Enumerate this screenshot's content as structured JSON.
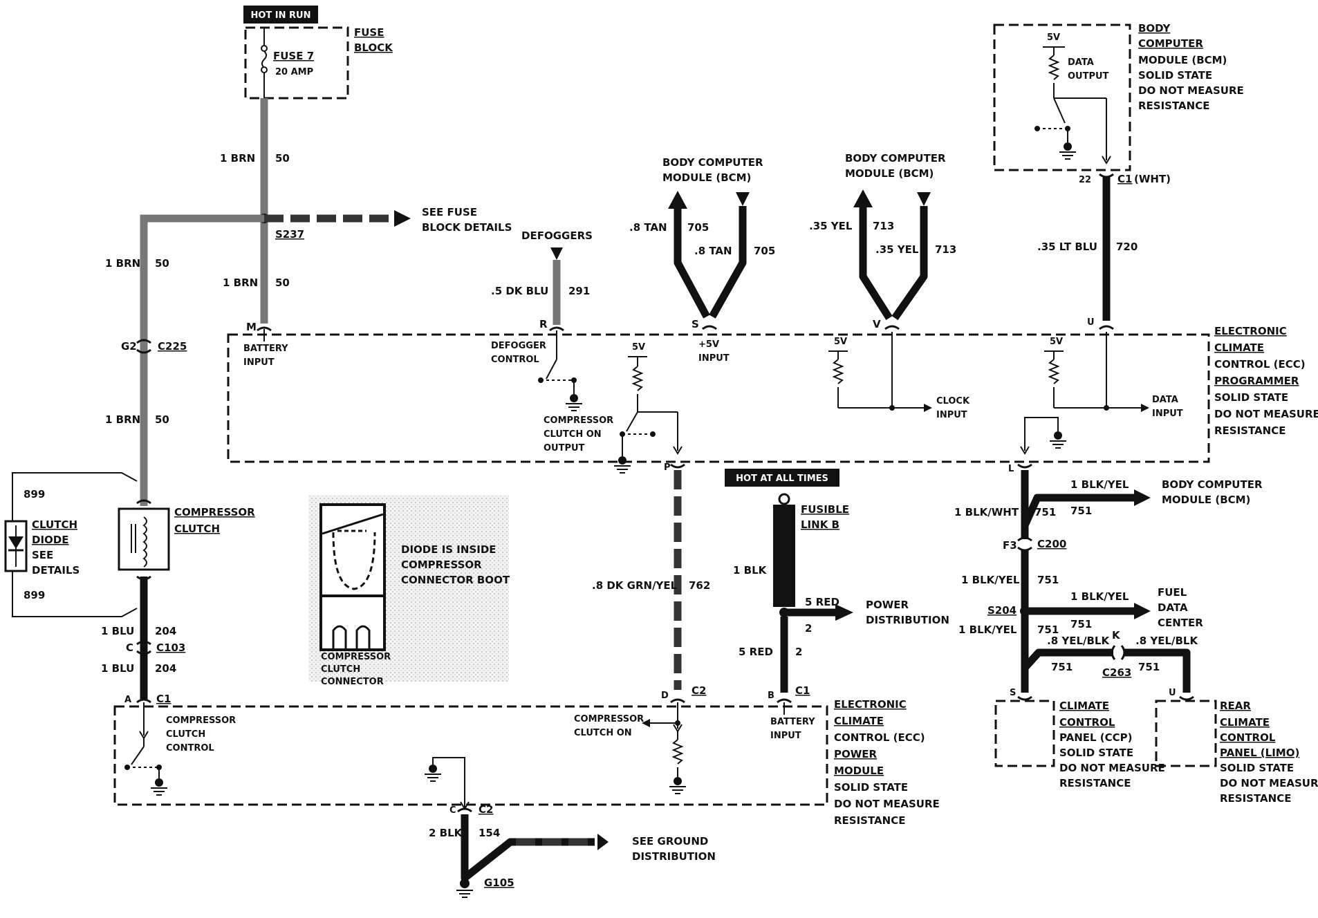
{
  "banners": {
    "hot_in_run": "HOT IN RUN",
    "hot_at_all_times": "HOT AT ALL TIMES"
  },
  "fuse_block": {
    "title_1": "FUSE",
    "title_2": "BLOCK",
    "fuse_label": "FUSE 7",
    "fuse_rating": "20 AMP"
  },
  "wires": {
    "w1": "1 BRN",
    "w1_num": "50",
    "w2": "1 BRN",
    "w2_num": "50",
    "w3": "1 BRN",
    "w3_num": "50",
    "w4": "1 BRN",
    "w4_num": "50",
    "splice_s237": "S237",
    "see_fuse_1": "SEE FUSE",
    "see_fuse_2": "BLOCK DETAILS",
    "g2": "G2",
    "c225": "C225",
    "blu1": "1 BLU",
    "blu1_num": "204",
    "c_pin": "C",
    "c103": "C103",
    "blu2": "1 BLU",
    "blu2_num": "204",
    "defoggers": "DEFOGGERS",
    "dkblu": ".5 DK BLU",
    "dkblu_num": "291",
    "bcm1_1": "BODY COMPUTER",
    "bcm1_2": "MODULE (BCM)",
    "tan_up": ".8 TAN",
    "tan_up_num": "705",
    "tan_dn": ".8 TAN",
    "tan_dn_num": "705",
    "bcm2_1": "BODY COMPUTER",
    "bcm2_2": "MODULE (BCM)",
    "yel_up": ".35 YEL",
    "yel_up_num": "713",
    "yel_dn": ".35 YEL",
    "yel_dn_num": "713",
    "ltblu": ".35 LT BLU",
    "ltblu_num": "720",
    "c1_22": "22",
    "c1_wht": "C1",
    "c1_wht_suffix": "(WHT)",
    "dkgrn": ".8 DK GRN/YEL",
    "dkgrn_num": "762",
    "blk1": "1 BLK",
    "red5a": "5 RED",
    "red5a_num": "2",
    "red5b": "5 RED",
    "red5b_num": "2",
    "power_dist_1": "POWER",
    "power_dist_2": "DISTRIBUTION",
    "fusible_1": "FUSIBLE",
    "fusible_2": "LINK B",
    "blkyel_bcm": "1 BLK/YEL",
    "blkyel_bcm_num": "751",
    "bcm3_1": "BODY COMPUTER",
    "bcm3_2": "MODULE (BCM)",
    "blkwht": "1 BLK/WHT",
    "blkwht_num": "751",
    "f3": "F3",
    "c200": "C200",
    "blkyel2": "1 BLK/YEL",
    "blkyel2_num": "751",
    "blkyel_fdc": "1 BLK/YEL",
    "blkyel_fdc_num": "751",
    "s204": "S204",
    "fdc_1": "FUEL",
    "fdc_2": "DATA",
    "fdc_3": "CENTER",
    "blkyel3": "1 BLK/YEL",
    "blkyel3_num": "751",
    "yelblk1": ".8 YEL/BLK",
    "yelblk1_num": "751",
    "k_pin": "K",
    "c263": "C263",
    "yelblk2": ".8 YEL/BLK",
    "yelblk2_num": "751",
    "blk2": "2 BLK",
    "blk2_num": "154",
    "see_gnd_1": "SEE GROUND",
    "see_gnd_2": "DISTRIBUTION",
    "g105": "G105",
    "w899a": "899",
    "w899b": "899"
  },
  "components": {
    "clutch_diode": [
      "CLUTCH",
      "DIODE",
      "SEE",
      "DETAILS"
    ],
    "compressor_clutch": [
      "COMPRESSOR",
      "CLUTCH"
    ],
    "diode_note": [
      "DIODE IS INSIDE",
      "COMPRESSOR",
      "CONNECTOR BOOT"
    ],
    "connector_caption": [
      "COMPRESSOR",
      "CLUTCH",
      "CONNECTOR"
    ]
  },
  "ecc_programmer": {
    "title": [
      "ELECTRONIC",
      "CLIMATE",
      "CONTROL (ECC)",
      "PROGRAMMER"
    ],
    "note": [
      "SOLID STATE",
      "DO NOT MEASURE",
      "RESISTANCE"
    ],
    "pins": {
      "m": "M",
      "r": "R",
      "s": "S",
      "v": "V",
      "u": "U",
      "p": "P",
      "l": "L"
    },
    "battery_input": [
      "BATTERY",
      "INPUT"
    ],
    "defogger_control": [
      "DEFOGGER",
      "CONTROL"
    ],
    "plus5v_input": [
      "+5V",
      "INPUT"
    ],
    "clock_input": [
      "CLOCK",
      "INPUT"
    ],
    "data_input": [
      "DATA",
      "INPUT"
    ],
    "clutch_on_output": [
      "COMPRESSOR",
      "CLUTCH ON",
      "OUTPUT"
    ],
    "v5": "5V"
  },
  "bcm_box": {
    "title": [
      "BODY",
      "COMPUTER",
      "MODULE (BCM)"
    ],
    "note": [
      "SOLID STATE",
      "DO NOT MEASURE",
      "RESISTANCE"
    ],
    "data_output": [
      "DATA",
      "OUTPUT"
    ],
    "v5": "5V"
  },
  "ecc_power": {
    "title": [
      "ELECTRONIC",
      "CLIMATE",
      "CONTROL (ECC)",
      "POWER",
      "MODULE"
    ],
    "note": [
      "SOLID STATE",
      "DO NOT MEASURE",
      "RESISTANCE"
    ],
    "pin_a": "A",
    "c1_a": "C1",
    "pin_d": "D",
    "c2_d": "C2",
    "pin_b": "B",
    "c1_b": "C1",
    "pin_c": "C",
    "c2_c": "C2",
    "clutch_control": [
      "COMPRESSOR",
      "CLUTCH",
      "CONTROL"
    ],
    "clutch_on": [
      "COMPRESSOR",
      "CLUTCH ON"
    ],
    "battery_input": [
      "BATTERY",
      "INPUT"
    ]
  },
  "panels": {
    "ccp_pin": "S",
    "ccp": [
      "CLIMATE",
      "CONTROL",
      "PANEL (CCP)"
    ],
    "ccp_note": [
      "SOLID STATE",
      "DO NOT MEASURE",
      "RESISTANCE"
    ],
    "limo_pin": "U",
    "limo": [
      "REAR",
      "CLIMATE",
      "CONTROL",
      "PANEL (LIMO)"
    ],
    "limo_note": [
      "SOLID STATE",
      "DO NOT MEASURE",
      "RESISTANCE"
    ]
  }
}
